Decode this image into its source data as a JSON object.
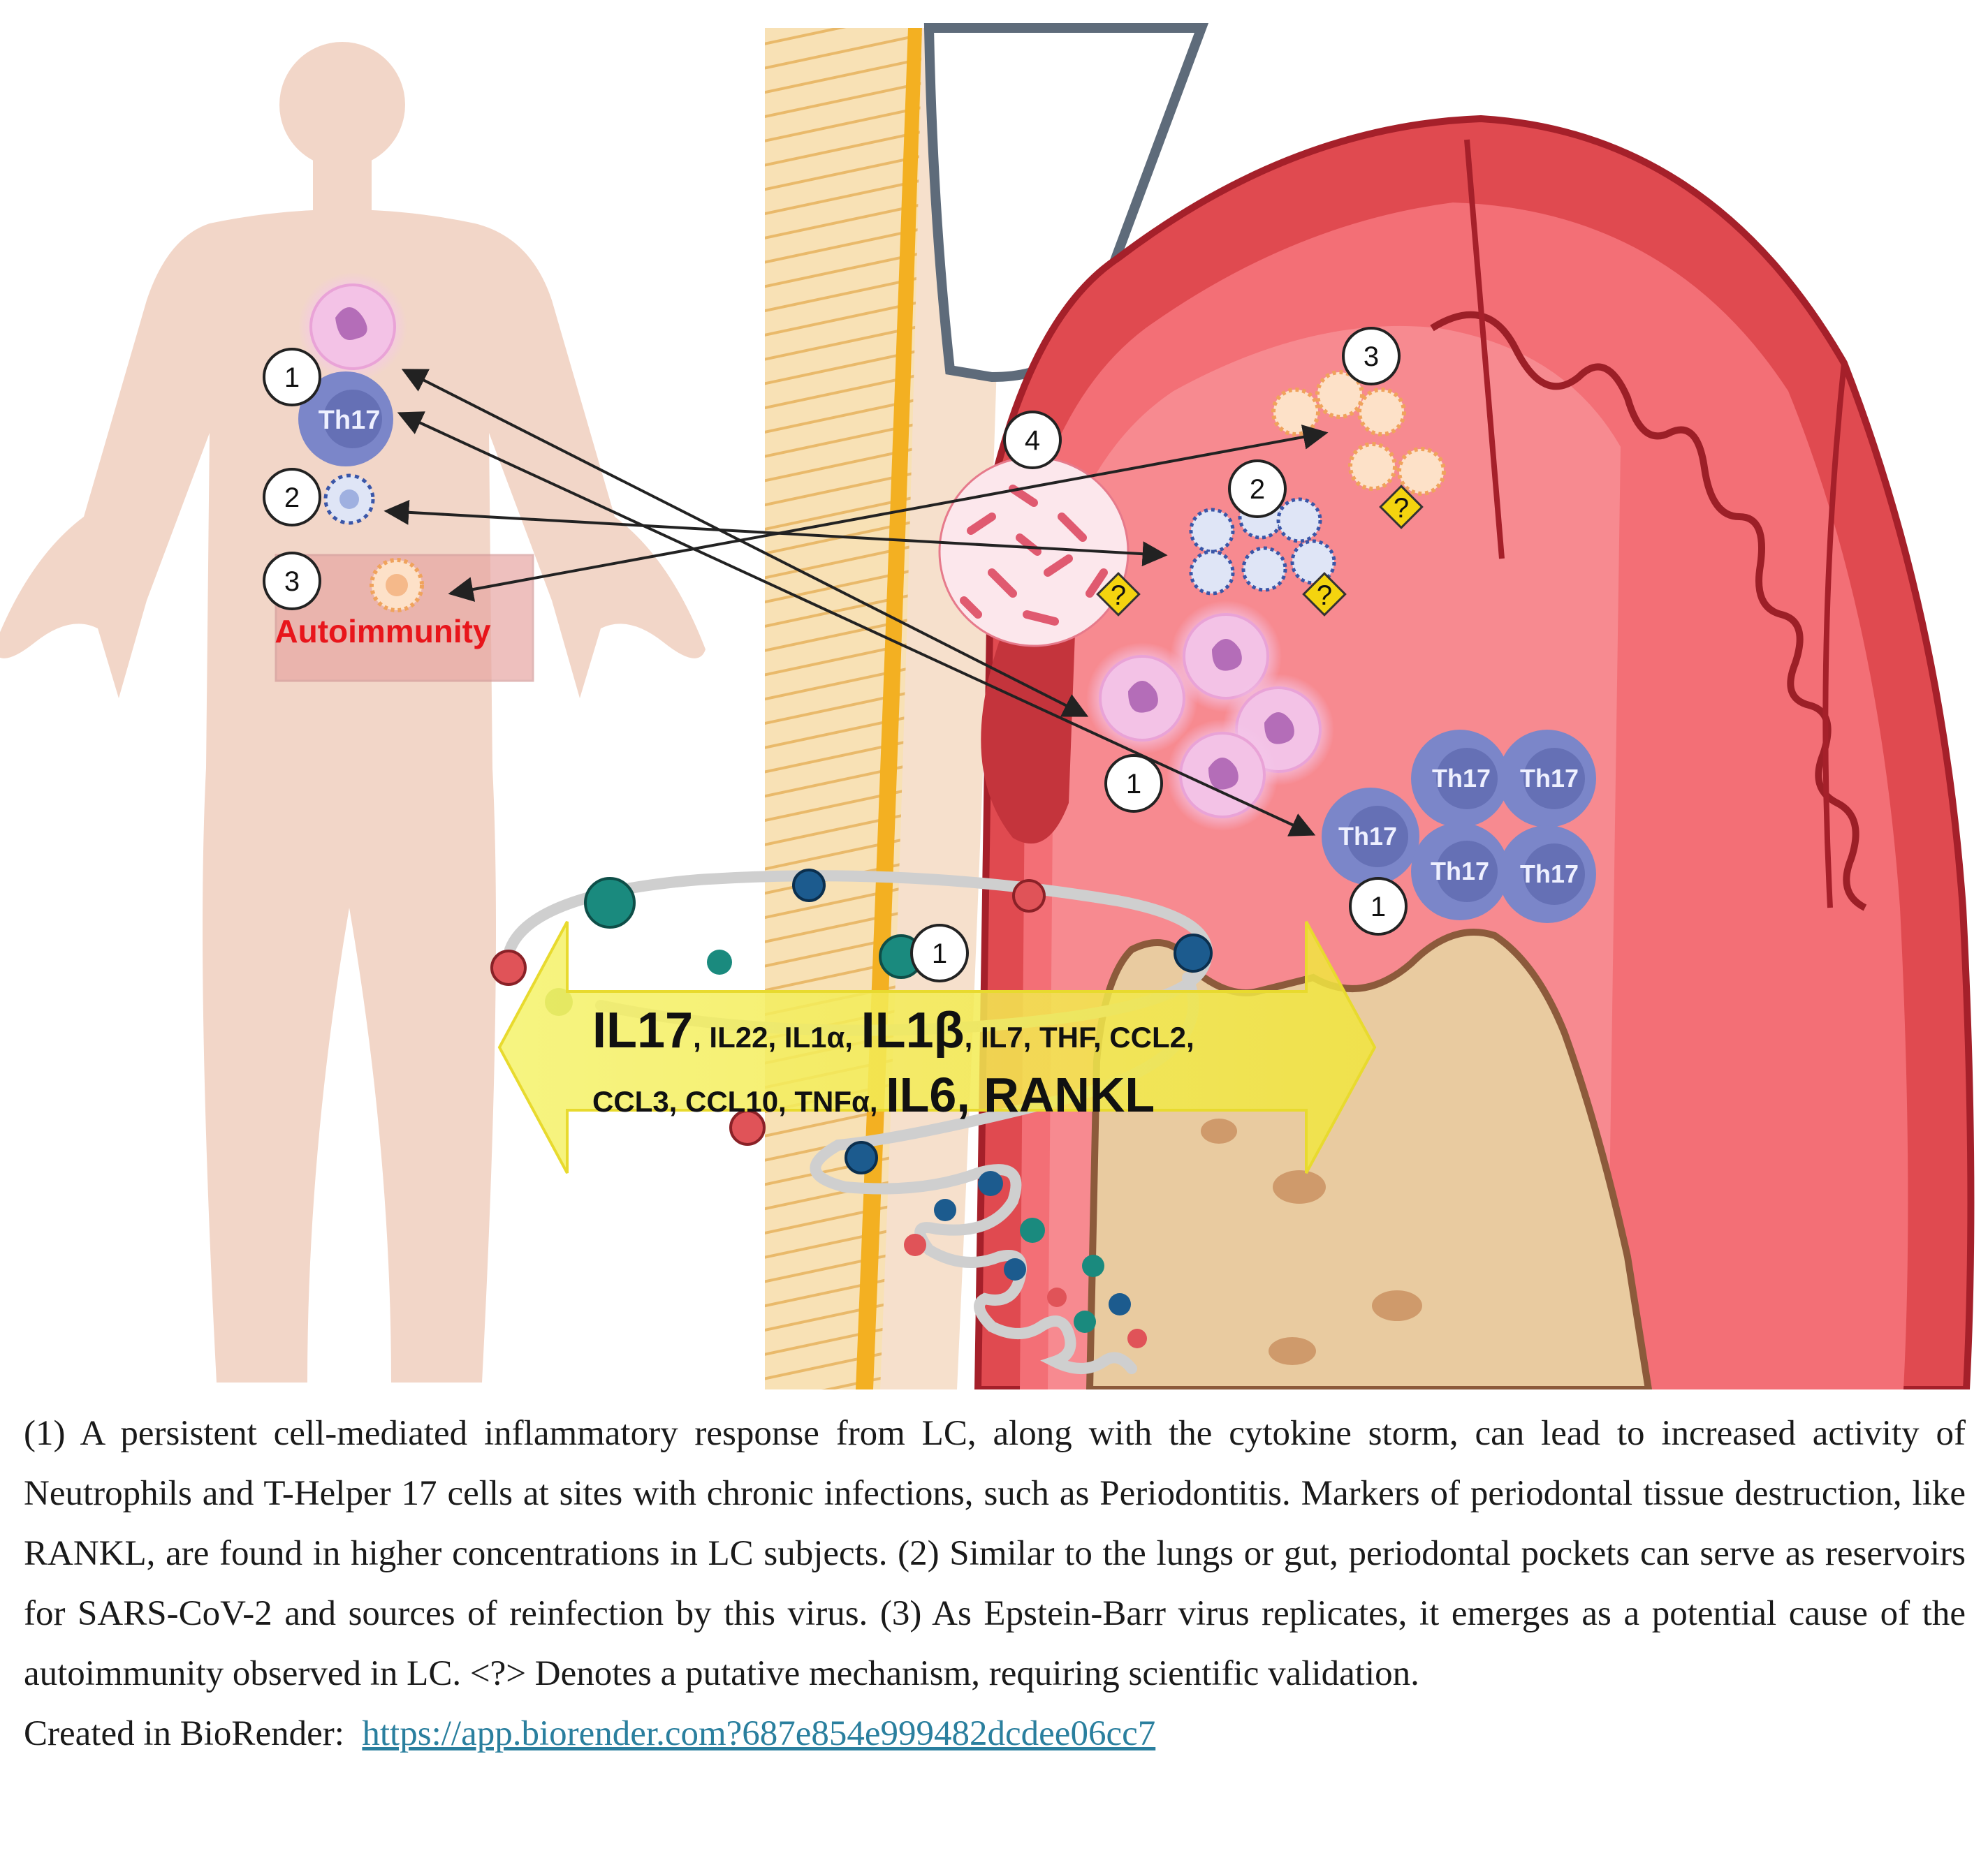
{
  "labels": {
    "th17": "Th17",
    "autoimmunity": "Autoimmunity",
    "question": "?",
    "n1": "1",
    "n2": "2",
    "n3": "3",
    "n4": "4"
  },
  "cytokines": {
    "line1": [
      {
        "text": "IL17",
        "size": "big"
      },
      {
        "text": ", IL22, IL1α, ",
        "size": "small"
      },
      {
        "text": "IL1β",
        "size": "big"
      },
      {
        "text": ", IL7, THF, CCL2,",
        "size": "small"
      }
    ],
    "line2": [
      {
        "text": "CCL3, CCL10, TNFα, ",
        "size": "small"
      },
      {
        "text": "IL6, RANKL",
        "size": "big"
      }
    ]
  },
  "caption": {
    "paragraph": "(1) A persistent cell-mediated inflammatory response from LC, along with the cytokine storm, can lead to increased activity of Neutrophils and T-Helper 17 cells at sites with chronic infections, such as Periodontitis. Markers of periodontal tissue destruction, like RANKL, are found in higher concentrations in LC subjects. (2) Similar to the lungs or gut, periodontal pockets can serve as reservoirs for SARS-CoV-2 and sources of reinfection by this virus. (3) As Epstein-Barr virus replicates, it emerges as a potential cause of the autoimmunity observed in LC. <?> Denotes a putative mechanism, requiring scientific validation.",
    "credit_label": "Created in BioRender:",
    "credit_link": "https://app.biorender.com?687e854e999482dcdee06cc7"
  },
  "colors": {
    "body": "#f2d6c8",
    "gum": "#e8474e",
    "gum_light": "#f47f84",
    "tooth": "#f6c248",
    "bone": "#e8c9a0",
    "th17": "#7b86c9",
    "neutrophil": "#f0b7e2",
    "arrow": "#f0ec4e"
  }
}
